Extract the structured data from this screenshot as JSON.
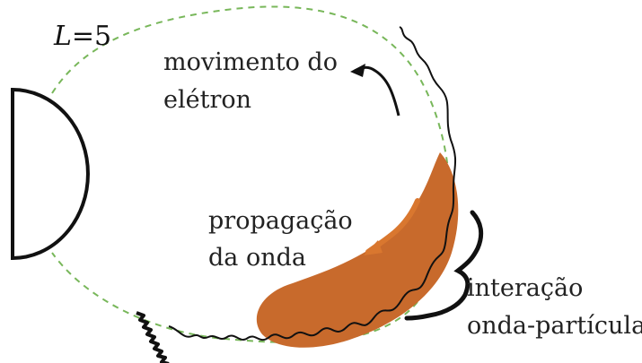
{
  "colors": {
    "orbit": "#78b75a",
    "wave_region": "#c86a2c",
    "arrow_orange": "#d9772f",
    "stroke": "#111111"
  },
  "labels": {
    "l_variable": "L",
    "l_value": "=5",
    "electron_motion_line1": "movimento do",
    "electron_motion_line2": "elétron",
    "wave_propagation_line1": "propagação",
    "wave_propagation_line2": "da onda",
    "interaction_line1": "interação",
    "interaction_line2": "onda-partícula"
  },
  "icons": {
    "planet": "half-disc",
    "electron_arrow": "black-arrow",
    "wave_arrow": "orange-arrow",
    "brace": "curly-brace"
  }
}
